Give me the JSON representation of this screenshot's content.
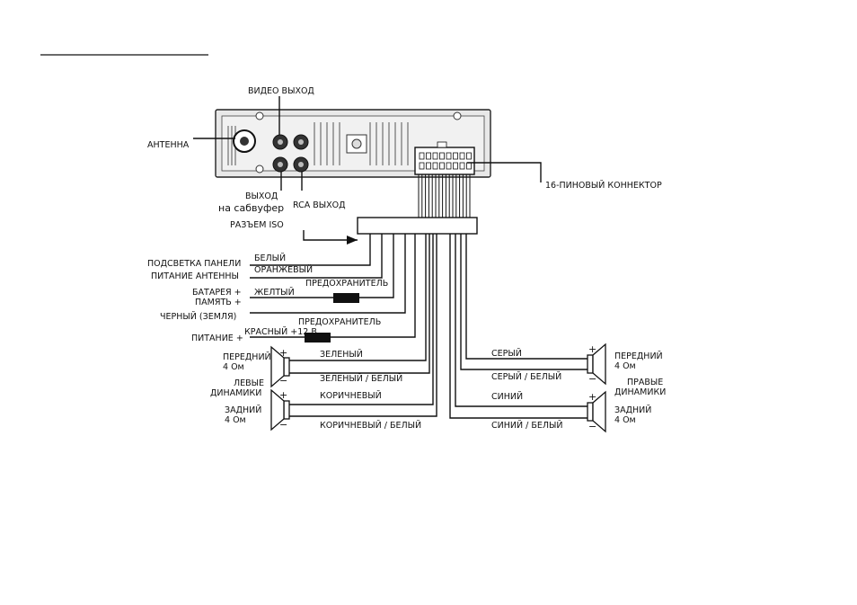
{
  "labels": {
    "video_out": "ВИДЕО ВЫХОД",
    "antenna": "АНТЕННА",
    "sub_out_line1": "ВЫХОД",
    "sub_out_line2": "на сабвуфер",
    "rca_out": "RCA ВЫХОД",
    "connector_16pin": "16-ПИНОВЫЙ КОННЕКТОР",
    "iso_connector": "РАЗЪЕМ ISO",
    "panel_light": "ПОДСВЕТКА ПАНЕЛИ",
    "antenna_power": "ПИТАНИЕ АНТЕННЫ",
    "battery_line1": "БАТАРЕЯ +",
    "battery_line2": "ПАМЯТЬ +",
    "ground": "ЧЕРНЫЙ (ЗЕМЛЯ)",
    "power": "ПИТАНИЕ +",
    "fuse": "ПРЕДОХРАНИТЕЛЬ",
    "left_speakers_line1": "ЛЕВЫЕ",
    "left_speakers_line2": "ДИНАМИКИ",
    "right_speakers_line1": "ПРАВЫЕ",
    "right_speakers_line2": "ДИНАМИКИ",
    "front": "ПЕРЕДНИЙ",
    "rear": "ЗАДНИЙ",
    "ohm": "4 Ом",
    "plus": "+",
    "minus": "−"
  },
  "wires": {
    "white": "БЕЛЫЙ",
    "orange": "ОРАНЖЕВЫЙ",
    "yellow": "ЖЕЛТЫЙ",
    "red": "КРАСНЫЙ +12 В",
    "green": "ЗЕЛЕНЫЙ",
    "green_white": "ЗЕЛЕНЫЙ / БЕЛЫЙ",
    "brown": "КОРИЧНЕВЫЙ",
    "brown_white": "КОРИЧНЕВЫЙ / БЕЛЫЙ",
    "gray": "СЕРЫЙ",
    "gray_white": "СЕРЫЙ / БЕЛЫЙ",
    "blue": "СИНИЙ",
    "blue_white": "СИНИЙ / БЕЛЫЙ"
  }
}
